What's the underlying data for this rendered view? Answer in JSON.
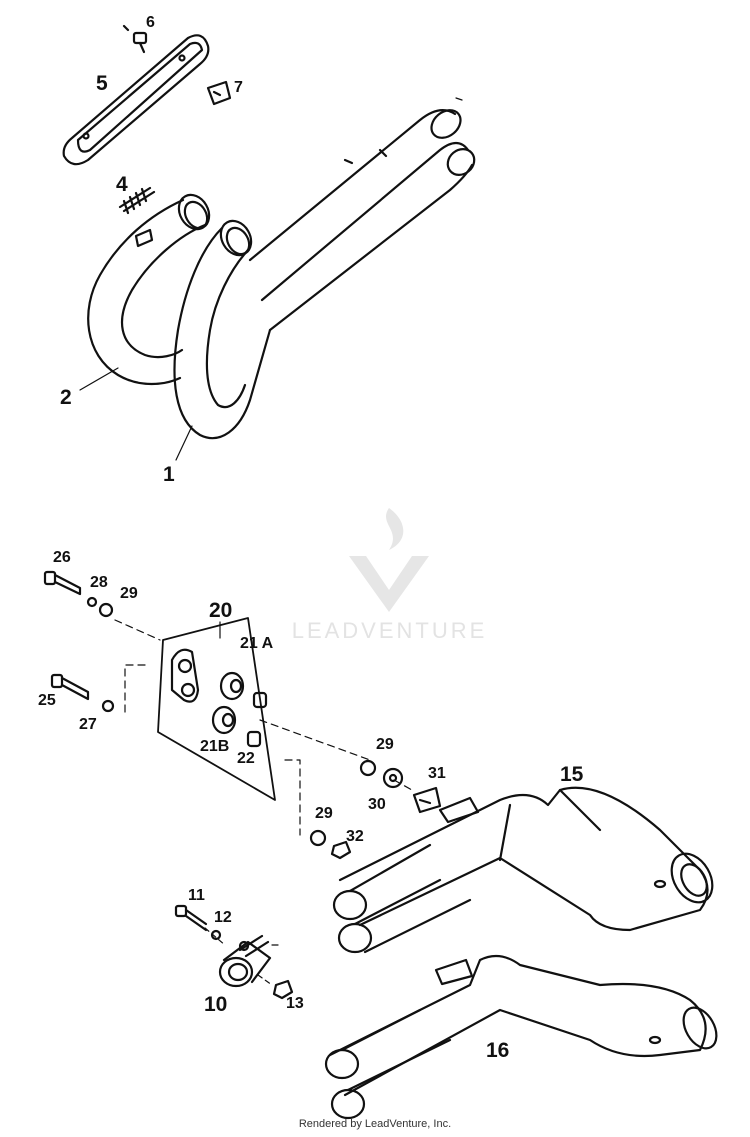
{
  "callouts": {
    "c1": "1",
    "c2": "2",
    "c4": "4",
    "c5": "5",
    "c6": "6",
    "c7": "7",
    "c10": "10",
    "c11": "11",
    "c12": "12",
    "c13": "13",
    "c15": "15",
    "c16": "16",
    "c20": "20",
    "c21a": "21 A",
    "c21b": "21B",
    "c22": "22",
    "c25": "25",
    "c26": "26",
    "c27": "27",
    "c28": "28",
    "c29a": "29",
    "c29b": "29",
    "c29c": "29",
    "c30": "30",
    "c31": "31",
    "c32": "32"
  },
  "watermark": {
    "brand": "LEADVENTURE"
  },
  "footer": "Rendered by LeadVenture, Inc."
}
